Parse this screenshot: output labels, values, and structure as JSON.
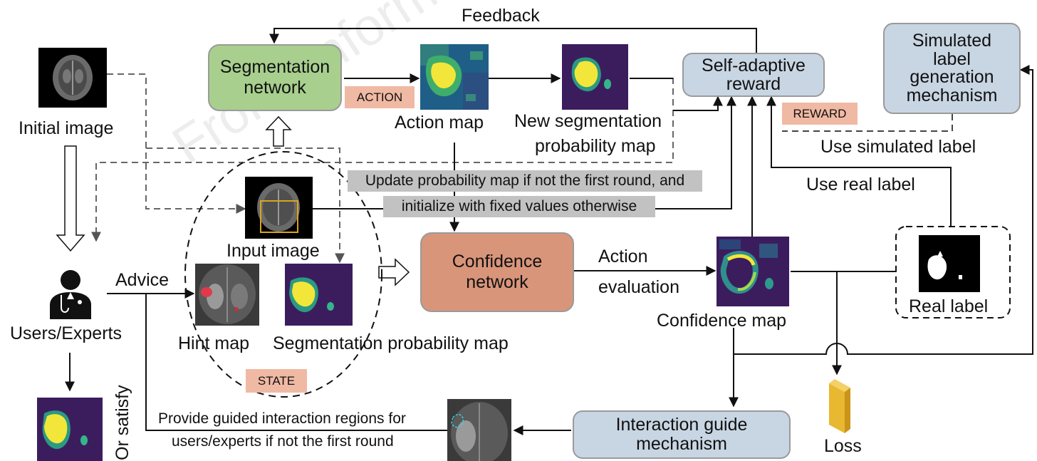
{
  "watermark": "Front. Inform. Tech.",
  "feedback_label": "Feedback",
  "initial_image_label": "Initial image",
  "segmentation_network": [
    "Segmentation",
    "network"
  ],
  "action_tag": "ACTION",
  "action_map_label": "Action map",
  "new_seg_map_label": [
    "New segmentation",
    "probability map"
  ],
  "self_adaptive_reward": [
    "Self-adaptive",
    "reward"
  ],
  "reward_tag": "REWARD",
  "simulated_label_mechanism": [
    "Simulated",
    "label",
    "generation",
    "mechanism"
  ],
  "use_simulated_label": "Use simulated label",
  "use_real_label": "Use real label",
  "update_note": [
    "Update probability map if not the first round, and",
    "initialize with fixed values otherwise"
  ],
  "input_image_label": "Input image",
  "confidence_network": [
    "Confidence",
    "network"
  ],
  "action_evaluation": [
    "Action",
    "evaluation"
  ],
  "confidence_map_label": "Confidence map",
  "real_label_label": "Real label",
  "advice_label": "Advice",
  "users_experts_label": "Users/Experts",
  "hint_map_label": "Hint map",
  "seg_prob_map_label": "Segmentation probability map",
  "state_tag": "STATE",
  "or_satisfy": "Or satisfy",
  "guided_regions": [
    "Provide guided interaction regions for",
    "users/experts if not the first round"
  ],
  "interaction_guide": [
    "Interaction guide",
    "mechanism"
  ],
  "loss_label": "Loss",
  "colors": {
    "segmentation_box": "#a8cf8e",
    "confidence_box": "#d9957a",
    "blue_box": "#c8d5e3",
    "tag": "#f0b9a4",
    "gray_band": "#c2c2c2",
    "viridis_bg": "#3b1d5e",
    "viridis_yellow": "#f3e63a",
    "loss_prism": "#e8b830"
  }
}
